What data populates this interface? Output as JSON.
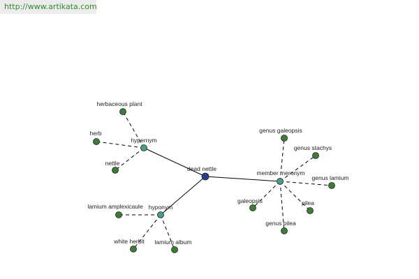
{
  "watermark": "http://www.artikata.com",
  "colors": {
    "center": "#2d3c86",
    "relation": "#4d9a8f",
    "leaf": "#3f7a3b",
    "edge": "#000000"
  },
  "graph": {
    "center": {
      "label": "dead nettle"
    },
    "relations": [
      {
        "label": "hypernym",
        "leaves": [
          "herbaceous plant",
          "herb",
          "nettle"
        ]
      },
      {
        "label": "member meronym",
        "leaves": [
          "genus galeopsis",
          "genus stachys",
          "genus lamium",
          "pilea",
          "genus pilea",
          "galeopsis"
        ]
      },
      {
        "label": "hyponym",
        "leaves": [
          "lamium amplexicaule",
          "white herbit",
          "lamium album"
        ]
      }
    ]
  }
}
